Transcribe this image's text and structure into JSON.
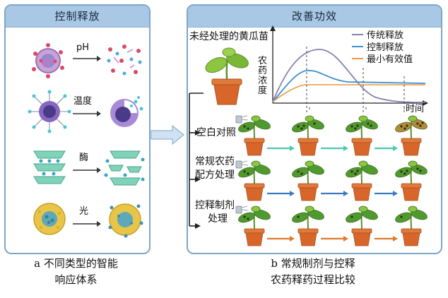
{
  "panel_a": {
    "title": "控制释放",
    "stimuli": [
      "pH",
      "温度",
      "酶",
      "光"
    ]
  },
  "panel_b": {
    "title": "改善功效",
    "seedling_label": "未经处理的黄瓜苗",
    "y_axis_label": [
      "农",
      "药",
      "浓",
      "度"
    ],
    "x_axis_label": "时间",
    "legend": [
      {
        "name": "传统释放",
        "color": "#8a7fb0"
      },
      {
        "name": "控制释放",
        "color": "#3f8fcf"
      },
      {
        "name": "最小有效值",
        "color": "#e89a3c"
      }
    ],
    "rows": [
      {
        "label": [
          "空白对照"
        ],
        "arrow_color": "#4cc9b0"
      },
      {
        "label": [
          "常规农药",
          "配方处理"
        ],
        "arrow_color": "#3a7bbf"
      },
      {
        "label": [
          "控释制剂",
          "处理"
        ],
        "arrow_color": "#e07a2c"
      }
    ]
  },
  "captions": {
    "a": [
      "a 不同类型的智能",
      "响应体系"
    ],
    "b": [
      "b 常规制剂与控释",
      "农药释药过程比较"
    ]
  },
  "colors": {
    "panel_border": "#7fa6c9",
    "panel_header": "#a8c8e6",
    "pot": "#d8662a",
    "leaf": "#4f9a2e"
  }
}
